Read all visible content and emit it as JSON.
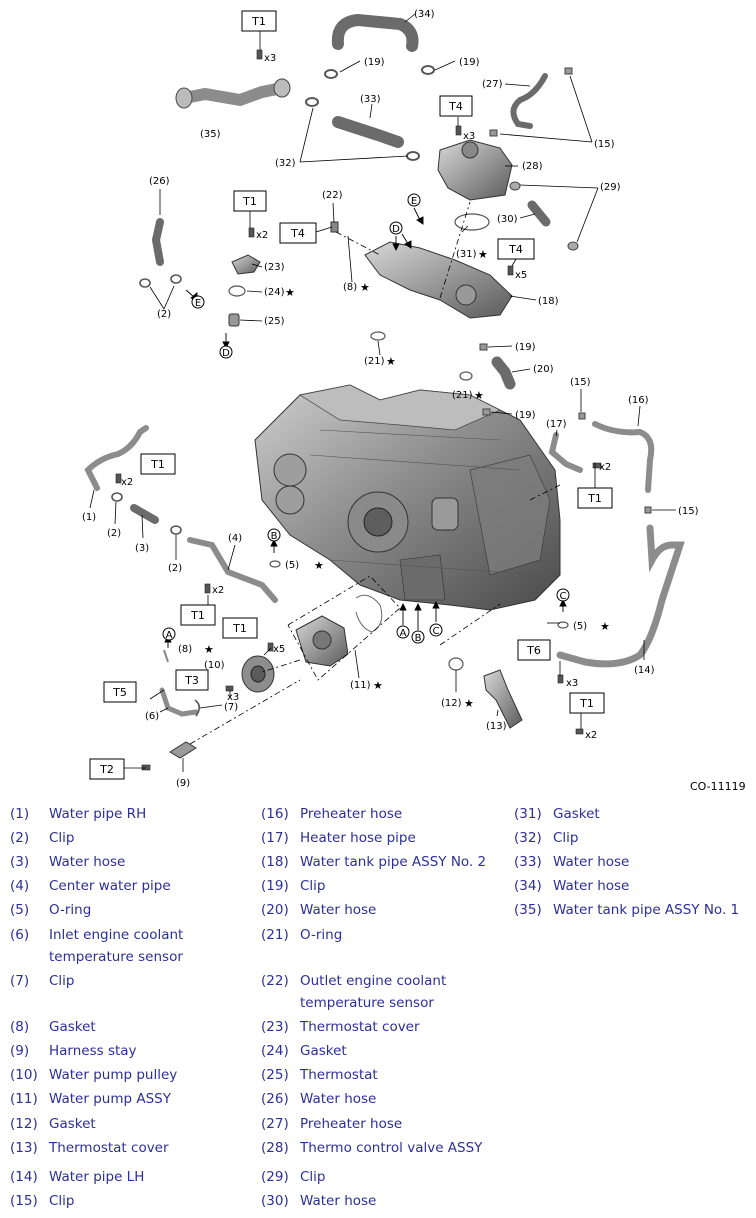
{
  "figure_id": "CO-11119",
  "callouts": {
    "c1": "(1)",
    "c2a": "(2)",
    "c2b": "(2)",
    "c2c": "(2)",
    "c3": "(3)",
    "c4": "(4)",
    "c5a": "(5)",
    "c5b": "(5)",
    "c6": "(6)",
    "c7": "(7)",
    "c8a": "(8)",
    "c8b": "(8)",
    "c9": "(9)",
    "c10": "(10)",
    "c11": "(11)",
    "c12": "(12)",
    "c13": "(13)",
    "c14": "(14)",
    "c15a": "(15)",
    "c15b": "(15)",
    "c15c": "(15)",
    "c16": "(16)",
    "c17": "(17)",
    "c18": "(18)",
    "c19a": "(19)",
    "c19b": "(19)",
    "c19c": "(19)",
    "c19d": "(19)",
    "c20": "(20)",
    "c21a": "(21)",
    "c21b": "(21)",
    "c22": "(22)",
    "c23": "(23)",
    "c24": "(24)",
    "c25": "(25)",
    "c26": "(26)",
    "c27": "(27)",
    "c28": "(28)",
    "c29": "(29)",
    "c30": "(30)",
    "c31": "(31)",
    "c32": "(32)",
    "c33": "(33)",
    "c34": "(34)",
    "c35": "(35)"
  },
  "torque_tags": {
    "t1a": "T1",
    "t1b": "T1",
    "t1c": "T1",
    "t1d": "T1",
    "t1e": "T1",
    "t1f": "T1",
    "t1g": "T1",
    "t2": "T2",
    "t3": "T3",
    "t4a": "T4",
    "t4b": "T4",
    "t4c": "T4",
    "t5": "T5",
    "t6": "T6"
  },
  "quantities": {
    "qa": "x3",
    "qb": "x3",
    "qc": "x2",
    "qd": "x5",
    "qe": "x2",
    "qf": "x2",
    "qg": "x2",
    "qh": "x5",
    "qi": "x3",
    "qj": "x3",
    "qk": "x2"
  },
  "connection_labels": {
    "e1": "E",
    "e2": "E",
    "d1": "D",
    "d2": "D",
    "a1": "A",
    "a2": "A",
    "b1": "B",
    "b2": "B",
    "cc1": "C",
    "cc2": "C"
  },
  "replace_mark": "★",
  "legend": {
    "col1": [
      {
        "num": "(1)",
        "text": "Water pipe RH"
      },
      {
        "num": "(2)",
        "text": "Clip"
      },
      {
        "num": "(3)",
        "text": "Water hose"
      },
      {
        "num": "(4)",
        "text": "Center water pipe"
      },
      {
        "num": "(5)",
        "text": "O-ring"
      },
      {
        "num": "(6)",
        "text": "Inlet engine coolant",
        "text2": "temperature sensor"
      },
      {
        "num": "(7)",
        "text": "Clip"
      },
      {
        "num": "(8)",
        "text": "Gasket"
      },
      {
        "num": "(9)",
        "text": "Harness stay"
      },
      {
        "num": "(10)",
        "text": "Water pump pulley"
      },
      {
        "num": "(11)",
        "text": "Water pump ASSY"
      },
      {
        "num": "(12)",
        "text": "Gasket"
      },
      {
        "num": "(13)",
        "text": "Thermostat cover"
      },
      {
        "num": "(14)",
        "text": "Water pipe LH"
      },
      {
        "num": "(15)",
        "text": "Clip"
      }
    ],
    "col2": [
      {
        "num": "(16)",
        "text": "Preheater hose"
      },
      {
        "num": "(17)",
        "text": "Heater hose pipe"
      },
      {
        "num": "(18)",
        "text": "Water tank pipe ASSY No. 2"
      },
      {
        "num": "(19)",
        "text": "Clip"
      },
      {
        "num": "(20)",
        "text": "Water hose"
      },
      {
        "num": "(21)",
        "text": "O-ring"
      },
      {
        "num": "(22)",
        "text": "Outlet engine coolant",
        "text2": "temperature sensor"
      },
      {
        "num": "(23)",
        "text": "Thermostat cover"
      },
      {
        "num": "(24)",
        "text": "Gasket"
      },
      {
        "num": "(25)",
        "text": "Thermostat"
      },
      {
        "num": "(26)",
        "text": "Water hose"
      },
      {
        "num": "(27)",
        "text": "Preheater hose"
      },
      {
        "num": "(28)",
        "text": "Thermo control valve ASSY"
      },
      {
        "num": "(29)",
        "text": "Clip"
      },
      {
        "num": "(30)",
        "text": "Water hose"
      }
    ],
    "col3": [
      {
        "num": "(31)",
        "text": "Gasket"
      },
      {
        "num": "(32)",
        "text": "Clip"
      },
      {
        "num": "(33)",
        "text": "Water hose"
      },
      {
        "num": "(34)",
        "text": "Water hose"
      },
      {
        "num": "(35)",
        "text": "Water tank pipe ASSY No. 1"
      }
    ]
  }
}
